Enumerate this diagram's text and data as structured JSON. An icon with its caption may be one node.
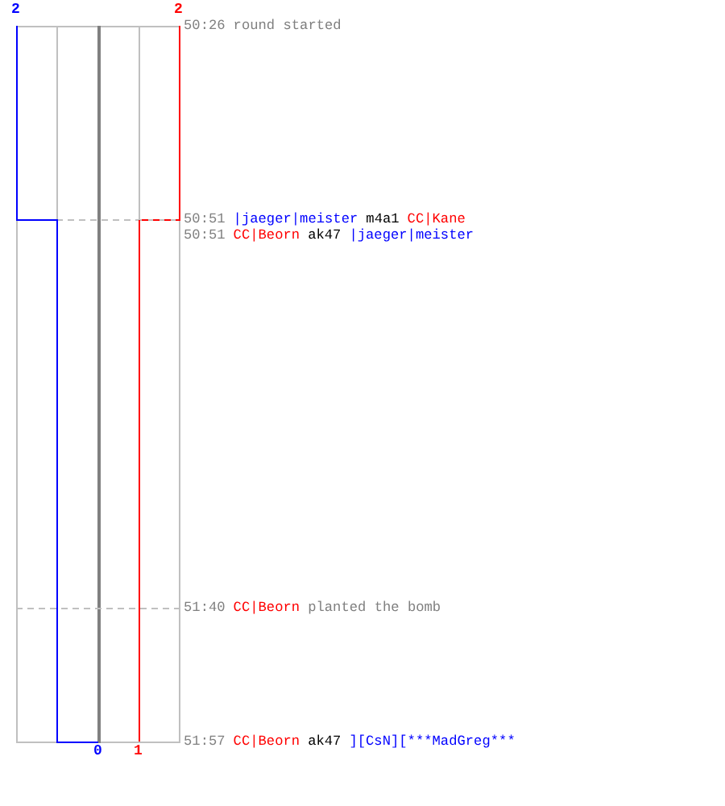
{
  "diagram": {
    "labels": [
      "2",
      "2",
      "50:26",
      "round started",
      "50:51",
      "|jaeger|meister",
      "m4a1",
      "CC|Kane",
      "50:51",
      "CC|Beorn",
      "ak47",
      "|jaeger|meister",
      "51:40",
      "CC|Beorn",
      "planted the bomb",
      "0",
      "1",
      "51:57",
      "CC|Beorn",
      "ak47",
      "][CsN][***MadGreg***"
    ]
  }
}
